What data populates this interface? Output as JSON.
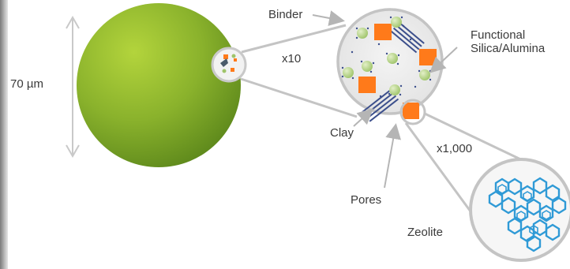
{
  "labels": {
    "particle_size": "70 µm",
    "binder": "Binder",
    "magnification_1": "x10",
    "functional_line1": "Functional",
    "functional_line2": "Silica/Alumina",
    "clay": "Clay",
    "magnification_2": "x1,000",
    "pores": "Pores",
    "zeolite": "Zeolite"
  },
  "colors": {
    "particle": "#8ab22c",
    "zeolite_crystal": "#ff7a1a",
    "silica_alumina": "#b9d98a",
    "clay_lines": "#3c4f8c",
    "framework": "#2f9ad6",
    "arrow": "#b5b5b5"
  },
  "icons": {
    "dimension_arrow": "double-headed-vertical-arrow",
    "zeolite_framework": "zeolite-cage-structure"
  }
}
